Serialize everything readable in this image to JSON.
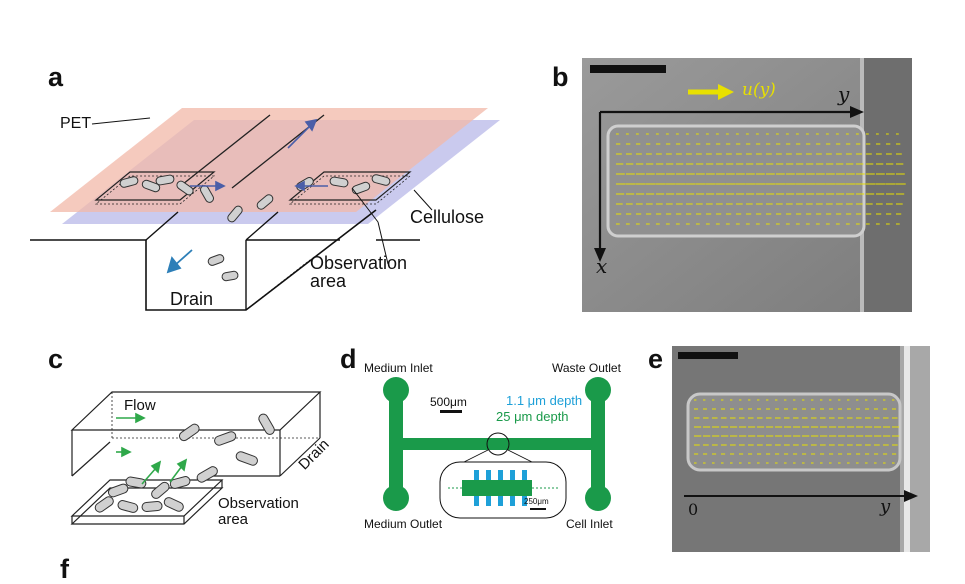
{
  "panels": {
    "a": {
      "letter": "a",
      "labels": {
        "pet": "PET",
        "cellulose": "Cellulose",
        "observation_line1": "Observation",
        "observation_line2": "area",
        "drain": "Drain"
      }
    },
    "b": {
      "letter": "b",
      "velocity_label": "u(y)",
      "axis_y": "y",
      "axis_x": "x"
    },
    "c": {
      "letter": "c",
      "labels": {
        "flow": "Flow",
        "drain": "Drain",
        "observation_line1": "Observation",
        "observation_line2": "area"
      }
    },
    "d": {
      "letter": "d",
      "labels": {
        "medium_inlet": "Medium Inlet",
        "waste_outlet": "Waste Outlet",
        "medium_outlet": "Medium Outlet",
        "cell_inlet": "Cell Inlet",
        "scale_main": "500μm",
        "depth_shallow": "1.1 μm depth",
        "depth_deep": "25 μm depth",
        "scale_inset": "250μm"
      }
    },
    "e": {
      "letter": "e",
      "axis_origin": "0",
      "axis_y": "y"
    },
    "f": {
      "letter": "f"
    }
  },
  "colors": {
    "pet_layer": "#f2b8a8",
    "cellulose_layer": "#b8b8e8",
    "overlap": "#c69aae",
    "arrow_blue": "#4a5ea8",
    "arrow_cyan": "#2d7fb8",
    "flow_green": "#2fa84a",
    "device_green": "#1a9a4a",
    "depth_cyan": "#1ea0d8",
    "vector_yellow": "#e8e000",
    "micrograph_gray": "#8a8a8a"
  }
}
